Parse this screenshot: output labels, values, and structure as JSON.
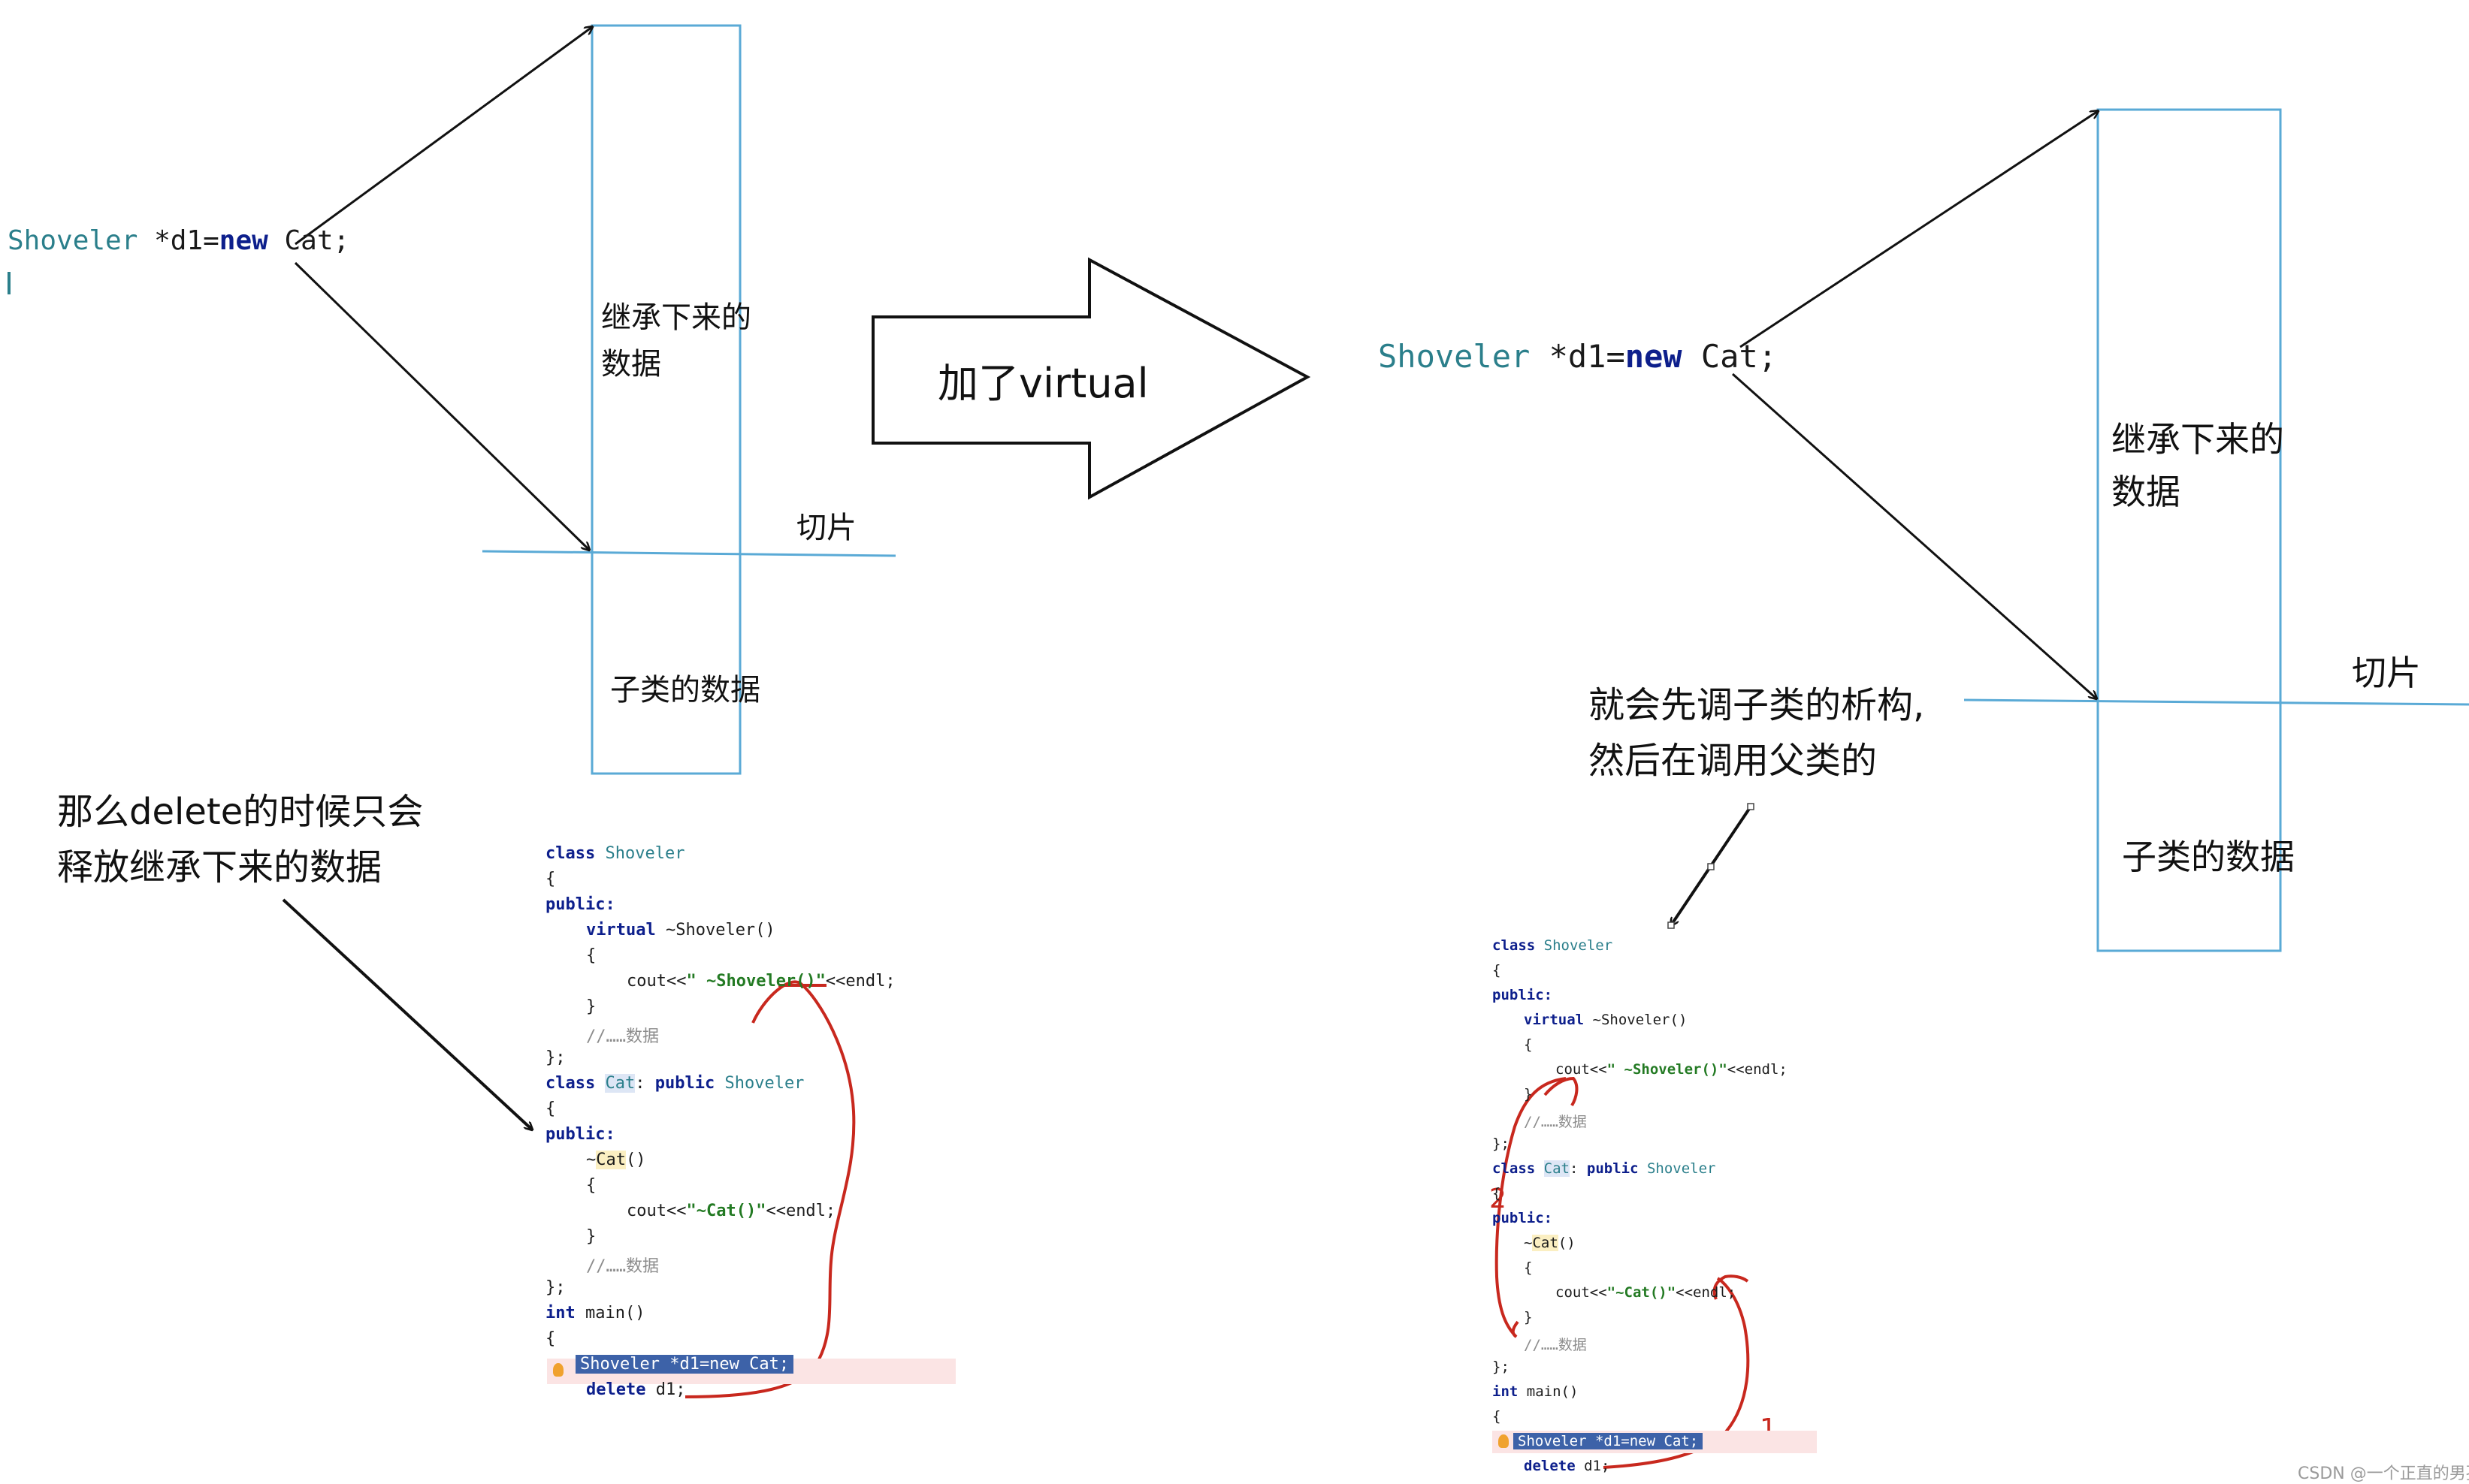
{
  "left_panel": {
    "decl": {
      "type": "Shoveler",
      "mid": " *d1=",
      "kw": "new",
      "rest": " Cat;"
    },
    "box_top_label_1": "继承下来的",
    "box_top_label_2": "数据",
    "slice_label": "切片",
    "box_bottom_label": "子类的数据",
    "note_1": "那么delete的时候只会",
    "note_2": "释放继承下来的数据"
  },
  "big_arrow": {
    "label": "加了virtual"
  },
  "right_panel": {
    "decl": {
      "type": "Shoveler",
      "mid": " *d1=",
      "kw": "new",
      "rest": " Cat;"
    },
    "box_top_label_1": "继承下来的",
    "box_top_label_2": "数据",
    "slice_label": "切片",
    "box_bottom_label": "子类的数据",
    "note_1": "就会先调子类的析构,",
    "note_2": "然后在调用父类的",
    "order_1": "1",
    "order_2": "2"
  },
  "code": {
    "class": "class",
    "public": "public:",
    "virtual": "virtual",
    "base": "Shoveler",
    "derived": "Cat",
    "base_dtor": " ~Shoveler()",
    "derived_dtor_prefix": "~",
    "derived_dtor_suffix": "()",
    "open": "{",
    "close": "}",
    "close_semi": "};",
    "cout": "cout<<",
    "endl": "<<endl;",
    "str_base": "\" ~Shoveler()\"",
    "str_derived": "\"~Cat()\"",
    "comment": "//……数据",
    "colon_public": ": ",
    "int": "int",
    "main": " main()",
    "stmt_new": "Shoveler *d1=new Cat;",
    "delete": "delete",
    "delete_rest": " d1;"
  },
  "watermark": "CSDN @一个正直的男孩",
  "colors": {
    "box_stroke": "#5aaad6",
    "red_annotation": "#c8281e",
    "type_color": "#2b7f8b",
    "keyword_color": "#0d1f8c",
    "selection_bg": "#3d62a8",
    "highlight_band": "#fbe4e4"
  }
}
